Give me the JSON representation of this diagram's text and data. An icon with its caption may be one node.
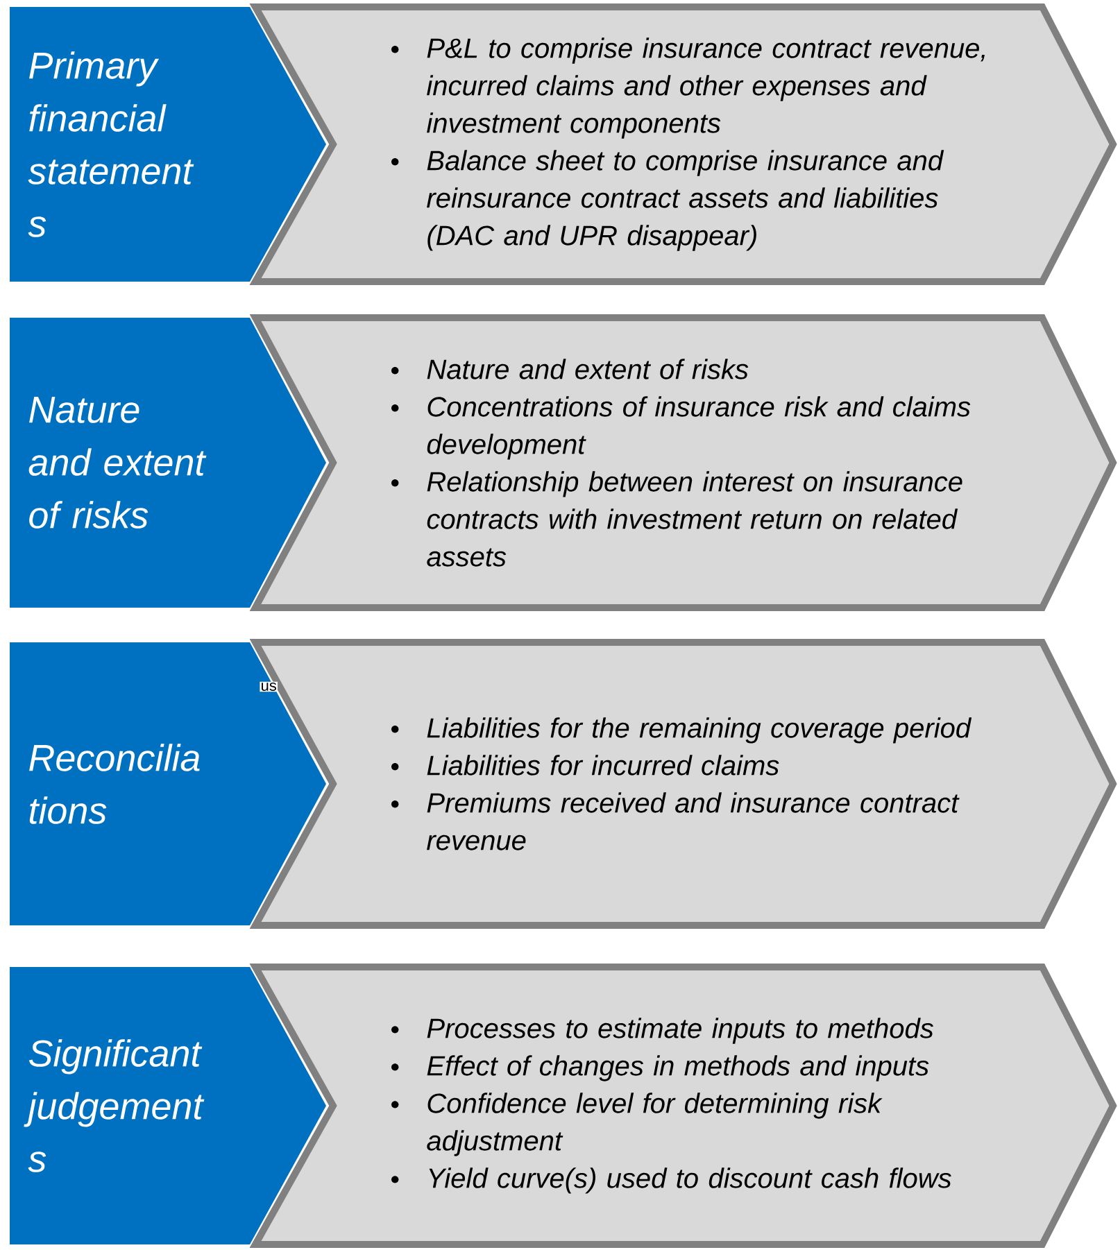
{
  "diagram": {
    "nodes": [
      {
        "text": [
          "Primary financial statement s"
        ]
      },
      {
        "text": [
          "P&L to comprise insurance contract revenue, incurred claims and other expenses and investment components",
          "Balance sheet to comprise insurance and reinsurance contract assets and liabilities (DAC and UPR disappear)"
        ]
      },
      {
        "text": [
          "Nature and extent of risks"
        ]
      },
      {
        "text": [
          "Nature and extent of risks",
          "Concentrations of insurance risk and claims development",
          "Relationship between interest on insurance contracts with investment return on related assets"
        ]
      },
      {
        "text": [
          "Reconcilia tions"
        ]
      },
      {
        "text": [
          "Liabilities for the remaining coverage period",
          "Liabilities for incurred claims",
          "Premiums received and insurance contract revenue"
        ]
      },
      {
        "text": [
          "Significant judgement s"
        ]
      },
      {
        "text": [
          "Processes to estimate inputs to methods",
          "Effect of changes in methods and inputs",
          "Confidence level for determining risk adjustment",
          "Yield curve(s) used to discount cash flows"
        ]
      }
    ],
    "labels": [
      "us"
    ]
  }
}
